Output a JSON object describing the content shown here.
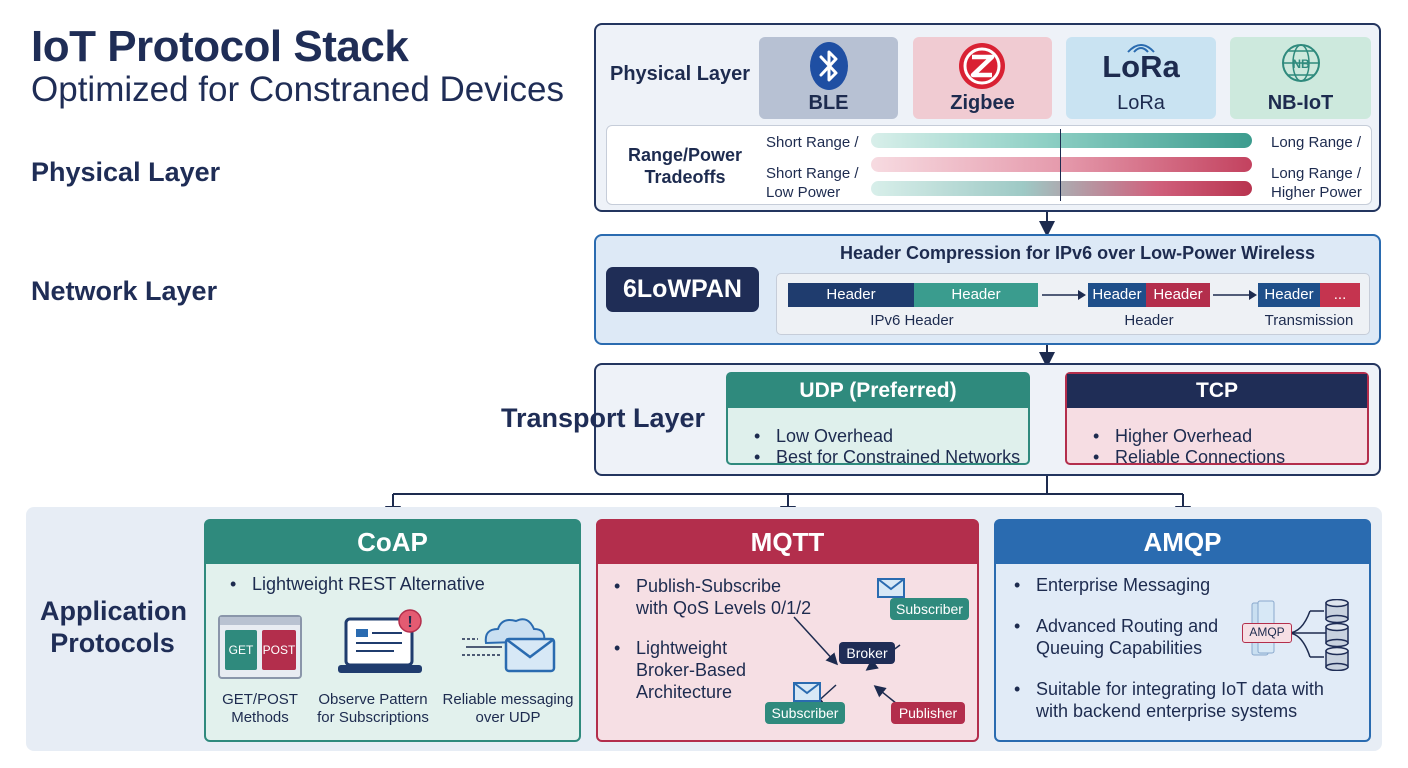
{
  "title": "IoT Protocol Stack",
  "subtitle": "Optimized for Constraned Devices",
  "side_labels": {
    "physical": "Physical Layer",
    "network": "Network Layer",
    "transport": "Transport Layer",
    "application_line1": "Application",
    "application_line2": "Protocols"
  },
  "physical": {
    "label": "Physical Layer",
    "chips": [
      {
        "name": "BLE",
        "color": "#b7c1d3",
        "icon": "bluetooth-icon"
      },
      {
        "name": "Zigbee",
        "color": "#f0cbd2",
        "icon": "zigbee-icon"
      },
      {
        "name": "LoRa",
        "color": "#c9e3f2",
        "icon": "lora-icon",
        "logo_text": "LoRa"
      },
      {
        "name": "NB-IoT",
        "color": "#cde9dd",
        "icon": "nb-iot-icon",
        "logo_text": "NB"
      }
    ],
    "tradeoff": {
      "title_line1": "Range/Power",
      "title_line2": "Tradeoffs",
      "left_texts": [
        "Short Range /",
        "Short Range /",
        "Low Power"
      ],
      "right_texts": [
        "Long Range /",
        "Long Range /",
        "Higher Power"
      ]
    }
  },
  "network": {
    "badge": "6LoWPAN",
    "heading": "Header Compression for IPv6 over Low-Power Wireless",
    "segments": [
      "Header",
      "Header",
      "Header",
      "Header",
      "Header",
      "..."
    ],
    "captions": [
      "IPv6 Header",
      "Header",
      "Transmission"
    ]
  },
  "transport": {
    "udp": {
      "title": "UDP (Preferred)",
      "bullets": [
        "Low Overhead",
        "Best for Constrained Networks"
      ]
    },
    "tcp": {
      "title": "TCP",
      "bullets": [
        "Higher Overhead",
        "Reliable Connections"
      ]
    }
  },
  "application": {
    "coap": {
      "title": "CoAP",
      "bullet": "Lightweight REST Alternative",
      "get_label": "GET",
      "post_label": "POST",
      "captions": [
        {
          "line1": "GET/POST",
          "line2": "Methods"
        },
        {
          "line1": "Observe Pattern",
          "line2": "for Subscriptions"
        },
        {
          "line1": "Reliable messaging",
          "line2": "over UDP"
        }
      ]
    },
    "mqtt": {
      "title": "MQTT",
      "bullet1_line1": "Publish-Subscribe",
      "bullet1_line2": "with QoS Levels 0/1/2",
      "bullet2_line1": "Lightweight",
      "bullet2_line2": "Broker-Based",
      "bullet2_line3": "Architecture",
      "broker": "Broker",
      "subscriber_top": "Subscriber",
      "subscriber_bottom": "Subscriber",
      "publisher": "Publisher"
    },
    "amqp": {
      "title": "AMQP",
      "bullet1": "Enterprise Messaging",
      "bullet2_line1": "Advanced Routing and",
      "bullet2_line2": "Queuing Capabilities",
      "bullet3_line1": "Suitable for integrating IoT data with",
      "bullet3_line2": "with backend enterprise systems",
      "badge": "AMQP"
    }
  },
  "colors": {
    "navy": "#1f2d56",
    "teal": "#2f8a7d",
    "crimson": "#b32e4c",
    "blue": "#2a6bb0"
  }
}
